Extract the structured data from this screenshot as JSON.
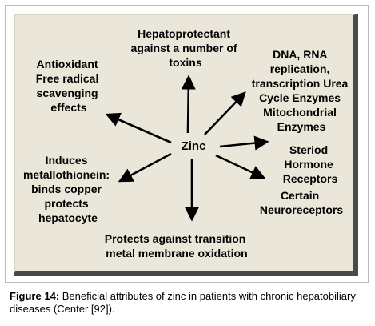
{
  "diagram": {
    "center": "Zinc",
    "nodes": [
      {
        "key": "hepatoprotectant",
        "lines": [
          "Hepatoprotectant",
          "against a number of",
          "toxins"
        ]
      },
      {
        "key": "dna",
        "lines": [
          "DNA, RNA",
          "replication,",
          "transcription Urea",
          "Cycle Enzymes",
          "Mitochondrial",
          "Enzymes"
        ]
      },
      {
        "key": "receptors",
        "lines": [
          "Steriod",
          "Hormone",
          "Receptors"
        ]
      },
      {
        "key": "neuro",
        "lines": [
          "Certain",
          "Neuroreceptors"
        ]
      },
      {
        "key": "membrane",
        "lines": [
          "Protects against transition",
          "metal membrane oxidation"
        ]
      },
      {
        "key": "metallothionein",
        "lines": [
          "Induces",
          "metallothionein:",
          "binds copper",
          "protects",
          "hepatocyte"
        ]
      },
      {
        "key": "antioxidant",
        "lines": [
          "Antioxidant",
          "Free radical",
          "scavenging",
          "effects"
        ]
      }
    ]
  },
  "caption": {
    "label": "Figure 14:",
    "text": " Beneficial attributes of zinc in patients with chronic hepatobiliary diseases (Center [92])."
  },
  "colors": {
    "panel_background": "#ebe6da",
    "panel_shadow": "#4a4a4a",
    "text": "#000000"
  }
}
